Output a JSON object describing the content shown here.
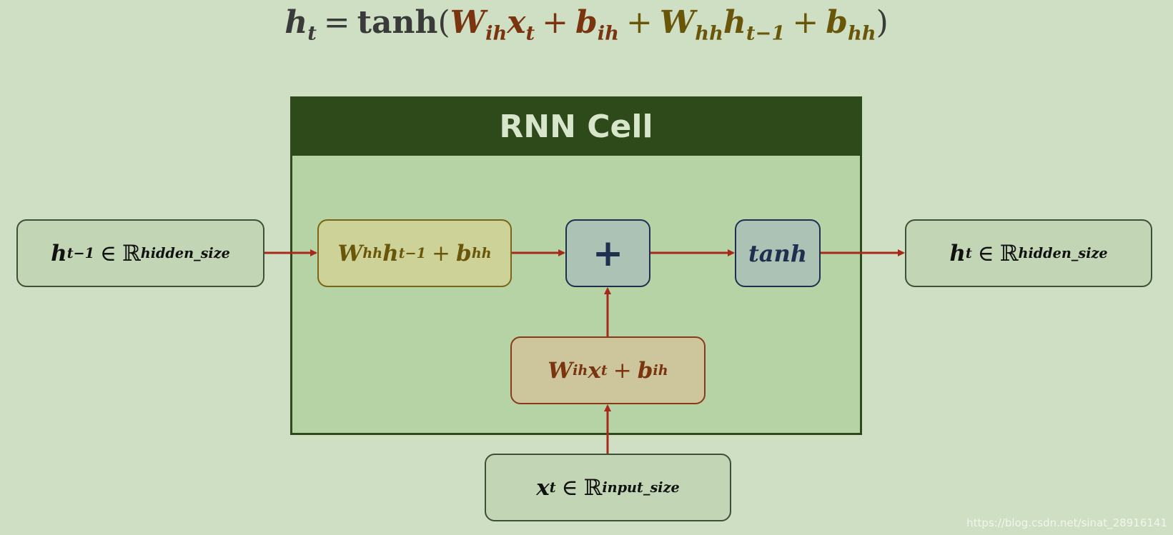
{
  "equation": {
    "lhs": "h",
    "lhs_sub": "t",
    "equals": "=",
    "fn": "tanh",
    "open": "(",
    "w_ih": "W",
    "w_ih_sub": "ih",
    "x": "x",
    "x_sub": "t",
    "plus1": "+",
    "b_ih": "b",
    "b_ih_sub": "ih",
    "plus2": "+",
    "w_hh": "W",
    "w_hh_sub": "hh",
    "h_prev": "h",
    "h_prev_sub": "t−1",
    "plus3": "+",
    "b_hh": "b",
    "b_hh_sub": "hh",
    "close": ")"
  },
  "cell": {
    "title": "RNN Cell"
  },
  "input_hidden": {
    "var": "h",
    "sub": "t−1",
    "in": "∈",
    "space": "ℝ",
    "sup": "hidden_size"
  },
  "output_hidden": {
    "var": "h",
    "sub": "t",
    "in": "∈",
    "space": "ℝ",
    "sup": "hidden_size"
  },
  "input_x": {
    "var": "x",
    "sub": "t",
    "in": "∈",
    "space": "ℝ",
    "sup": "input_size"
  },
  "hh_term": {
    "w": "W",
    "w_sub": "hh",
    "h": "h",
    "h_sub": "t−1",
    "plus": "+",
    "b": "b",
    "b_sub": "hh"
  },
  "ih_term": {
    "w": "W",
    "w_sub": "ih",
    "x": "x",
    "x_sub": "t",
    "plus": "+",
    "b": "b",
    "b_sub": "ih"
  },
  "plus_op": "+",
  "tanh_op": "tanh",
  "watermark": "https://blog.csdn.net/sinat_28916141",
  "colors": {
    "background": "#cfdfc3",
    "cell_fill": "#b6d3a6",
    "cell_header": "#2e4a1a",
    "arrow": "#a8281a",
    "ih_color": "#7a3410",
    "hh_color": "#6a5608"
  }
}
